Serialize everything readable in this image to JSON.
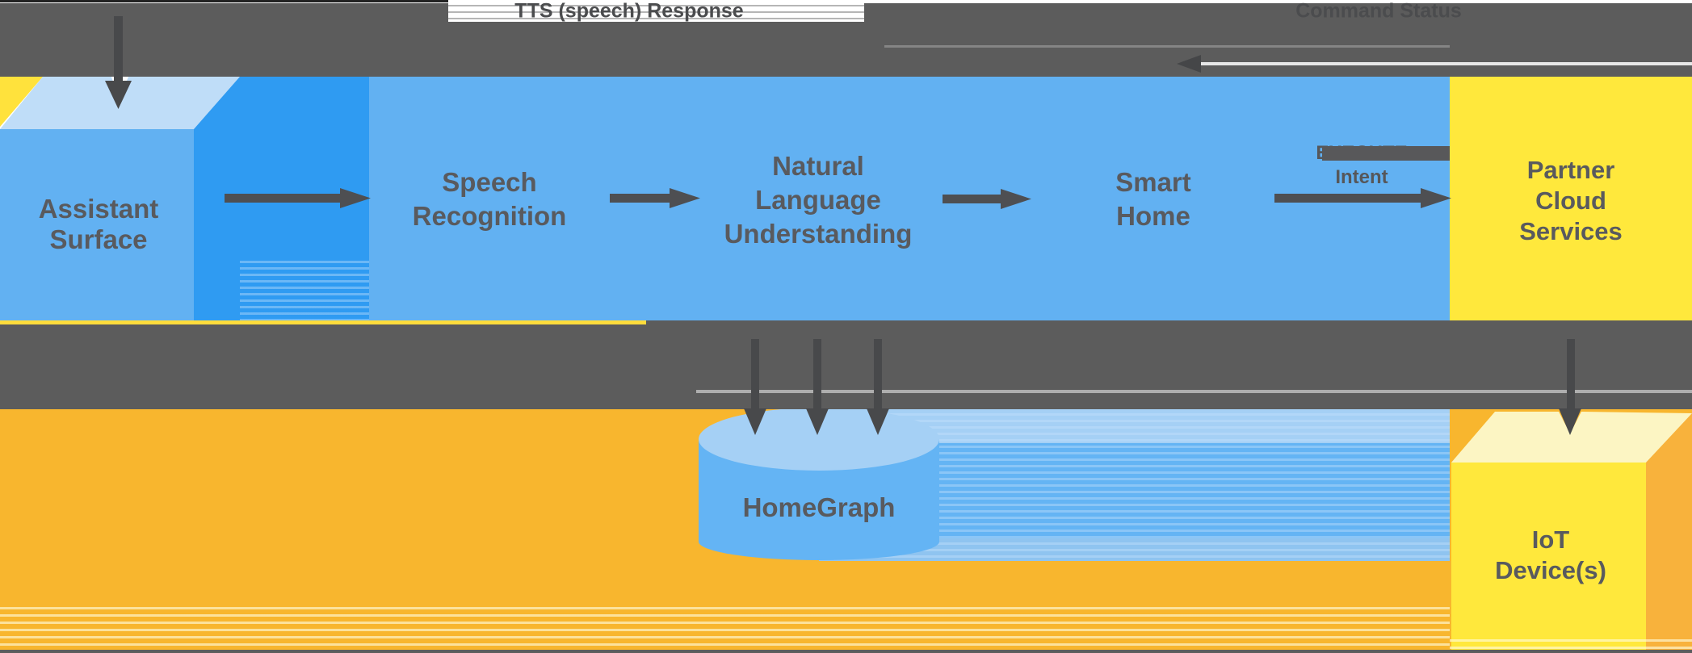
{
  "top_labels": {
    "tts_response": "TTS (speech) Response",
    "command_status": "Command Status"
  },
  "nodes": {
    "assistant_surface": {
      "line1": "Assistant",
      "line2": "Surface"
    },
    "speech_recognition": {
      "line1": "Speech",
      "line2": "Recognition"
    },
    "natural_language_understanding": {
      "line1": "Natural",
      "line2": "Language",
      "line3": "Understanding"
    },
    "smart_home": {
      "line1": "Smart",
      "line2": "Home"
    },
    "execute_intent": {
      "line1": "EXECUTE",
      "line2": "Intent"
    },
    "partner_cloud_services": {
      "line1": "Partner",
      "line2": "Cloud",
      "line3": "Services"
    },
    "homegraph": {
      "label": "HomeGraph"
    },
    "iot_devices": {
      "line1": "IoT",
      "line2": "Device(s)"
    }
  },
  "colors": {
    "blue_primary": "#62b1f2",
    "blue_deep": "#2f9bf2",
    "blue_pale_cube_top": "#bfddf8",
    "cylinder_top": "#a5d0f5",
    "yellow_box": "#ffe83c",
    "yellow_pale_cube_top": "#fcf5c3",
    "amber_background": "#f8b62e",
    "amber_cube_side": "#f8b23c",
    "occlusion_band_gray": "#5c5c5c",
    "arrow_gray": "#4e4f52",
    "text_gray": "#595a5e"
  }
}
